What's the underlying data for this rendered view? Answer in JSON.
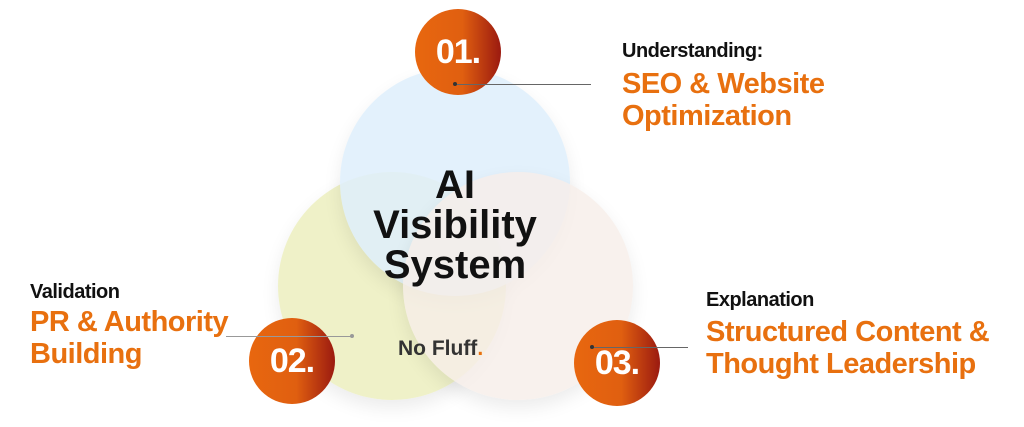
{
  "center": {
    "title_lines": [
      "AI",
      "Visibility",
      "System"
    ],
    "tagline": "No Fluff",
    "tagline_dot": "."
  },
  "steps": [
    {
      "number": "01.",
      "heading": "Understanding:",
      "lines": [
        "SEO & Website",
        "Optimization"
      ]
    },
    {
      "number": "02.",
      "heading": "Validation",
      "lines": [
        "PR & Authority",
        "Building"
      ]
    },
    {
      "number": "03.",
      "heading": "Explanation",
      "lines": [
        "Structured Content &",
        "Thought Leadership"
      ]
    }
  ],
  "colors": {
    "accent": "#e8700f",
    "badge_dark": "#9b1a10",
    "circle_blue": "#e3f1fb",
    "circle_yellow": "#eef0c6",
    "circle_beige": "#f7efea"
  }
}
